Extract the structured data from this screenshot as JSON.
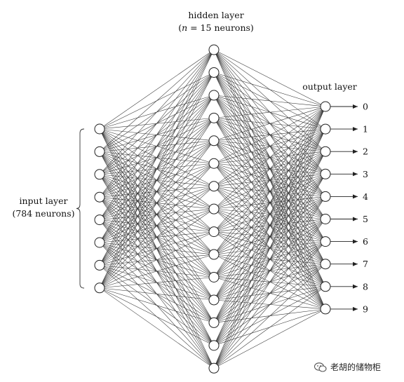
{
  "labels": {
    "hidden_line1": "hidden layer",
    "hidden_prefix": "(",
    "hidden_var": "n",
    "hidden_eq": " = 15 neurons)",
    "output": "output layer",
    "input_line1": "input layer",
    "input_line2": "(784 neurons)"
  },
  "layers": {
    "input_count": 8,
    "hidden_count": 15,
    "output_count": 10
  },
  "outputs": [
    "0",
    "1",
    "2",
    "3",
    "4",
    "5",
    "6",
    "7",
    "8",
    "9"
  ],
  "colors": {
    "line": "#333333",
    "node_stroke": "#222222",
    "node_fill": "#ffffff"
  },
  "watermark": {
    "text": "老胡的储物柜",
    "icon": "wechat-icon"
  }
}
